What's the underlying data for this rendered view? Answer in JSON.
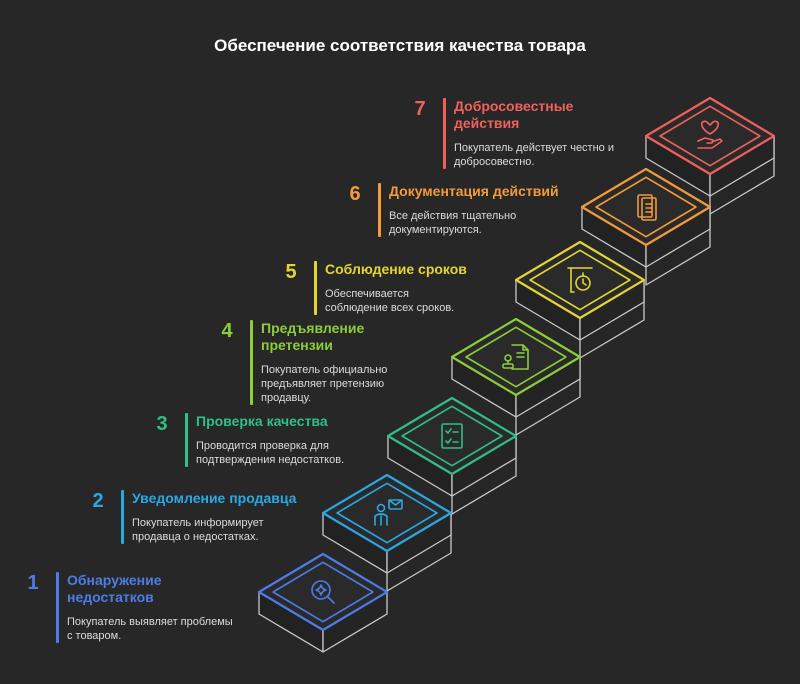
{
  "title": "Обеспечение соответствия качества товара",
  "steps": [
    {
      "num": "1",
      "title": "Обнаружение недостатков",
      "desc": "Покупатель выявляет проблемы с товаром.",
      "color": "#4d7ce8",
      "icon": "search-sparkle-icon"
    },
    {
      "num": "2",
      "title": "Уведомление продавца",
      "desc": "Покупатель информирует продавца о недостатках.",
      "color": "#2aa8e3",
      "icon": "person-mail-icon"
    },
    {
      "num": "3",
      "title": "Проверка качества",
      "desc": "Проводится проверка для подтверждения недостатков.",
      "color": "#2fbf87",
      "icon": "checklist-icon"
    },
    {
      "num": "4",
      "title": "Предъявление претензии",
      "desc": "Покупатель официально предъявляет претензию продавцу.",
      "color": "#8ccd3a",
      "icon": "document-stamp-icon"
    },
    {
      "num": "5",
      "title": "Соблюдение сроков",
      "desc": "Обеспечивается соблюдение всех сроков.",
      "color": "#e3d534",
      "icon": "stopwatch-sign-icon"
    },
    {
      "num": "6",
      "title": "Документация действий",
      "desc": "Все действия тщательно документируются.",
      "color": "#f19b3a",
      "icon": "documents-icon"
    },
    {
      "num": "7",
      "title": "Добросовестные действия",
      "desc": "Покупатель действует честно и добросовестно.",
      "color": "#f0615d",
      "icon": "hand-heart-icon"
    }
  ]
}
